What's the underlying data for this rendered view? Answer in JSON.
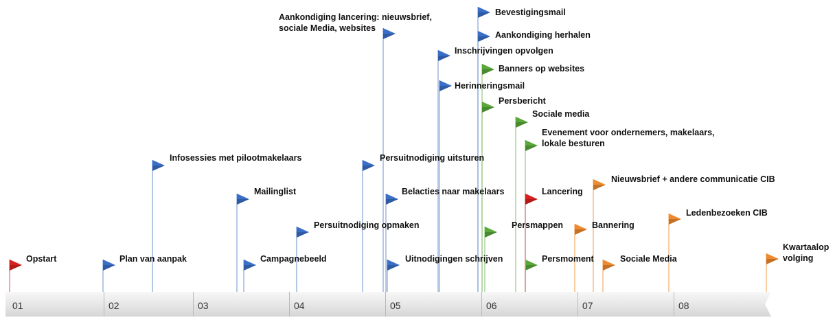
{
  "timeline": {
    "periods": [
      "01",
      "02",
      "03",
      "04",
      "05",
      "06",
      "07",
      "08"
    ],
    "milestones": [
      {
        "text": "Opstart",
        "color": "red"
      },
      {
        "text": "Plan van aanpak",
        "color": "blue"
      },
      {
        "text": "Infosessies met pilootmakelaars",
        "color": "blue"
      },
      {
        "text": "Mailinglist",
        "color": "blue"
      },
      {
        "text": "Campagnebeeld",
        "color": "blue"
      },
      {
        "text": "Persuitnodiging opmaken",
        "color": "blue"
      },
      {
        "text": "Persuitnodiging uitsturen",
        "color": "blue"
      },
      {
        "text": "Aankondiging lancering: nieuwsbrief,\nsociale Media, websites",
        "color": "blue"
      },
      {
        "text": "Belacties naar makelaars",
        "color": "blue"
      },
      {
        "text": "Uitnodigingen schrijven",
        "color": "blue"
      },
      {
        "text": "Inschrijvingen opvolgen",
        "color": "blue"
      },
      {
        "text": "Herinneringsmail",
        "color": "blue"
      },
      {
        "text": "Bevestigingsmail",
        "color": "blue"
      },
      {
        "text": "Aankondiging herhalen",
        "color": "blue"
      },
      {
        "text": "Banners op websites",
        "color": "green"
      },
      {
        "text": "Persbericht",
        "color": "green"
      },
      {
        "text": "Persmappen",
        "color": "green"
      },
      {
        "text": "Sociale media",
        "color": "green"
      },
      {
        "text": "Evenement voor ondernemers, makelaars,\nlokale besturen",
        "color": "green"
      },
      {
        "text": "Persmoment",
        "color": "green"
      },
      {
        "text": "Lancering",
        "color": "red"
      },
      {
        "text": "Bannering",
        "color": "orange"
      },
      {
        "text": "Nieuwsbrief + andere communicatie CIB",
        "color": "orange"
      },
      {
        "text": "Sociale Media",
        "color": "orange"
      },
      {
        "text": "Ledenbezoeken CIB",
        "color": "orange"
      },
      {
        "text": "Kwartaalop\nvolging",
        "color": "orange"
      }
    ],
    "colors": {
      "blue": "#3a6fc8",
      "blue_pole": "#9db5e0",
      "green": "#5aa83a",
      "green_pole": "#a9d49a",
      "orange": "#ee8a2f",
      "orange_pole": "#f5bb86",
      "red": "#d9211f",
      "red_pole": "#e88a88"
    }
  }
}
